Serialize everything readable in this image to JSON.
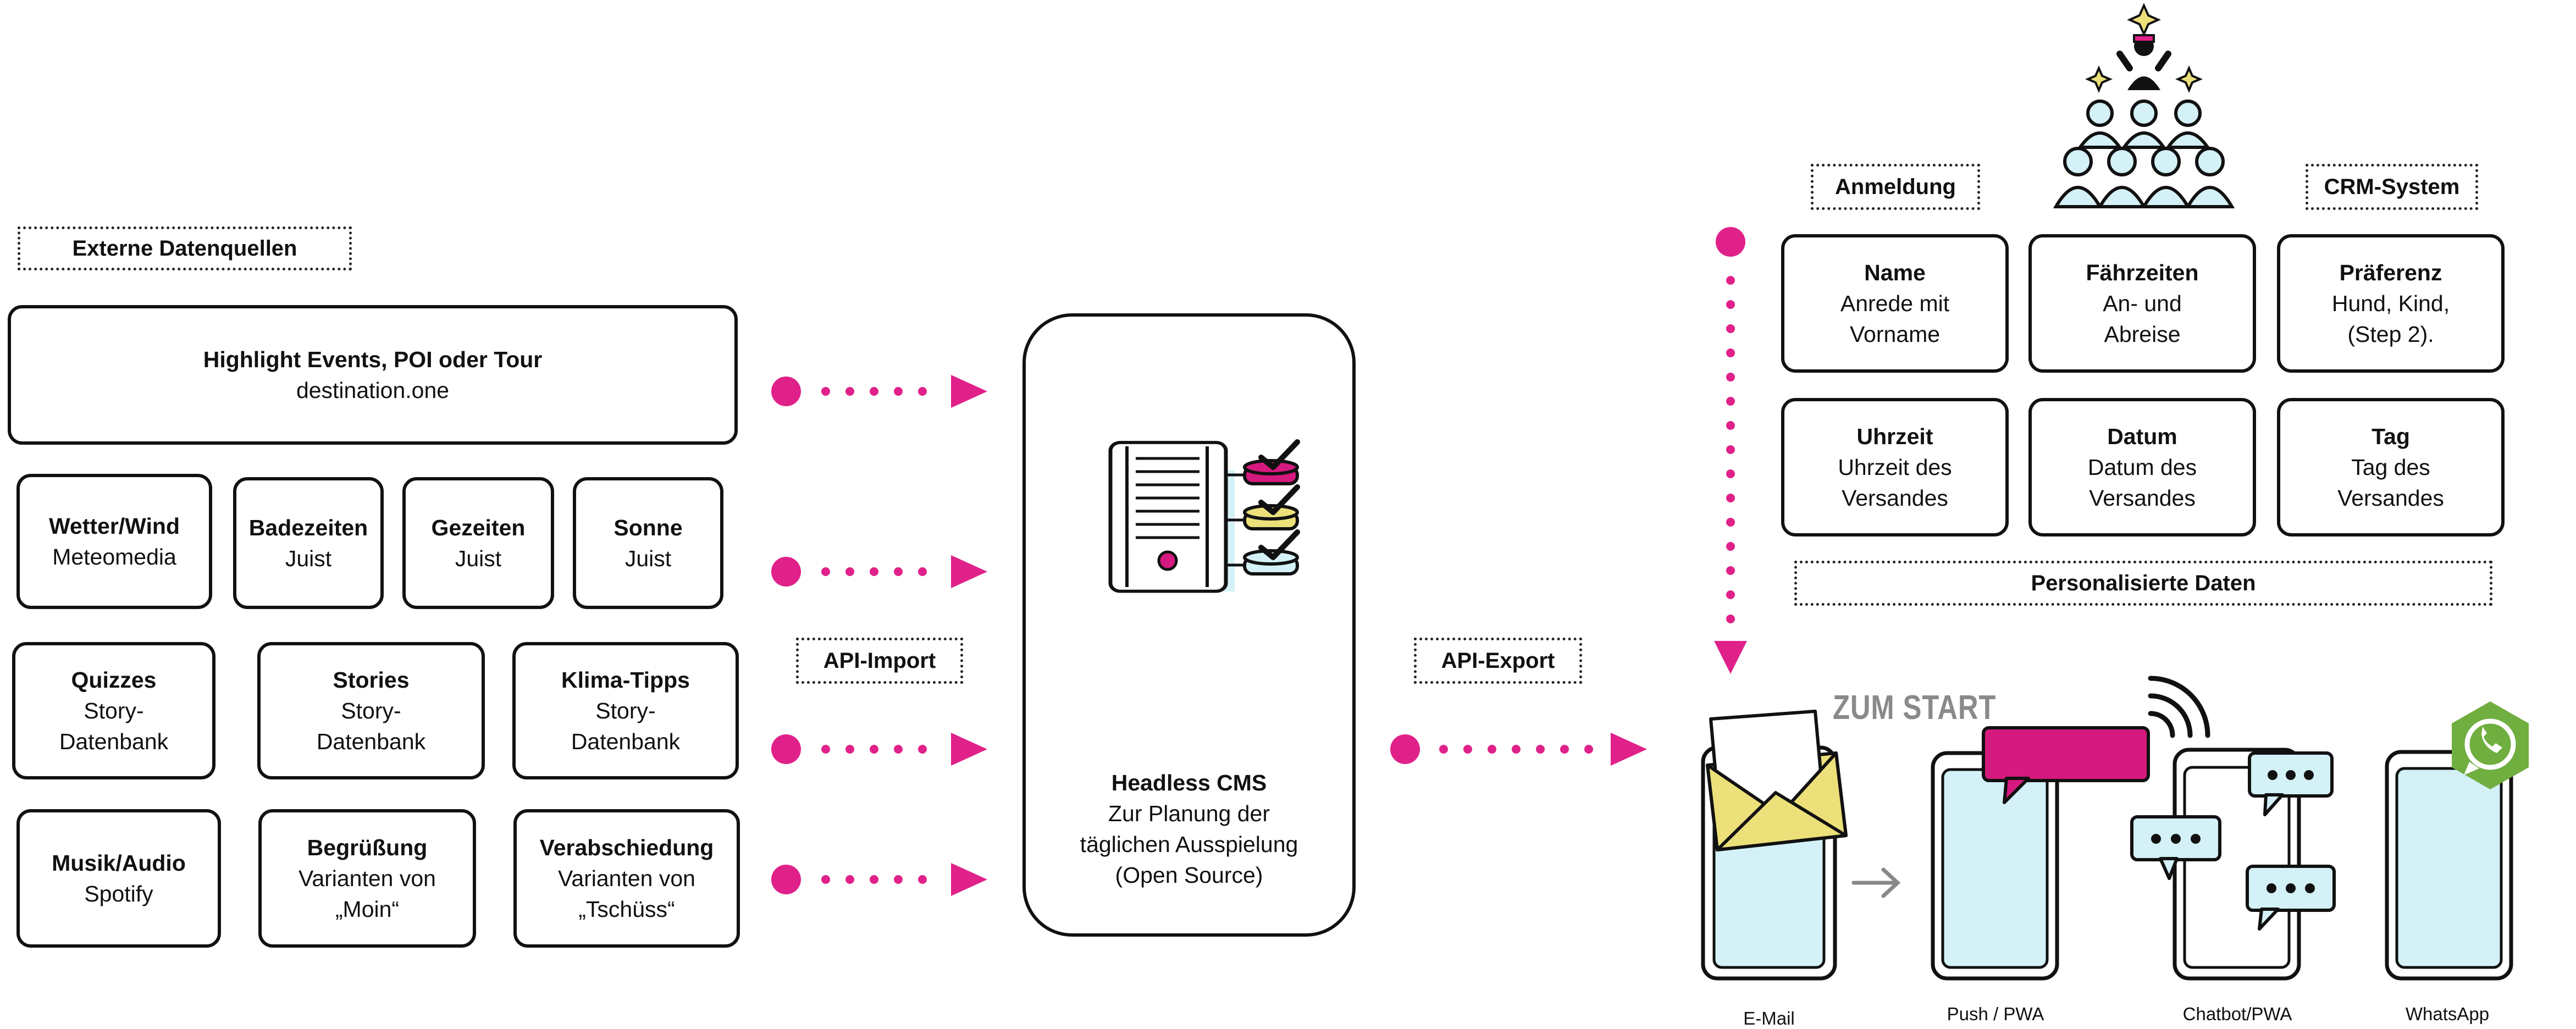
{
  "colors": {
    "magenta": "#e0218a",
    "accent_pink": "#d6197e",
    "pale_blue": "#d3f1f7",
    "yellow": "#ece07a",
    "whatsapp_green": "#6fae3f"
  },
  "tags": {
    "external_sources": "Externe Datenquellen",
    "api_import": "API-Import",
    "api_export": "API-Export",
    "anmeldung": "Anmeldung",
    "crm": "CRM-System",
    "personalized": "Personalisierte Daten"
  },
  "sources": {
    "highlight": {
      "title": "Highlight Events, POI oder Tour",
      "sub": "destination.one"
    },
    "row1": [
      {
        "title": "Wetter/Wind",
        "sub": "Meteomedia"
      },
      {
        "title": "Badezeiten",
        "sub": "Juist"
      },
      {
        "title": "Gezeiten",
        "sub": "Juist"
      },
      {
        "title": "Sonne",
        "sub": "Juist"
      }
    ],
    "row2": [
      {
        "title": "Quizzes",
        "sub": "Story-\nDatenbank"
      },
      {
        "title": "Stories",
        "sub": "Story-\nDatenbank"
      },
      {
        "title": "Klima-Tipps",
        "sub": "Story-\nDatenbank"
      }
    ],
    "row3": [
      {
        "title": "Musik/Audio",
        "sub": "Spotify"
      },
      {
        "title": "Begrüßung",
        "sub": "Varianten von\n„Moin“"
      },
      {
        "title": "Verabschiedung",
        "sub": "Varianten von\n„Tschüss“"
      }
    ]
  },
  "cms": {
    "title": "Headless CMS",
    "line1": "Zur Planung der",
    "line2": "täglichen Ausspielung",
    "line3": "(Open Source)"
  },
  "personal": [
    {
      "title": "Name",
      "sub": "Anrede mit\nVorname"
    },
    {
      "title": "Fährzeiten",
      "sub": "An- und\nAbreise"
    },
    {
      "title": "Präferenz",
      "sub": "Hund, Kind,\n(Step 2)."
    },
    {
      "title": "Uhrzeit",
      "sub": "Uhrzeit des\nVersandes"
    },
    {
      "title": "Datum",
      "sub": "Datum des\nVersandes"
    },
    {
      "title": "Tag",
      "sub": "Tag des\nVersandes"
    }
  ],
  "channels": {
    "zum_start": "ZUM START",
    "email": "E-Mail",
    "push": "Push / PWA",
    "chatbot": "Chatbot/PWA",
    "whatsapp": "WhatsApp"
  },
  "icons": [
    "server-icon",
    "check-icon",
    "crowd-icon",
    "sparkle-icon",
    "envelope-icon",
    "arrow-right-icon",
    "phone-icon",
    "wifi-icon",
    "chat-bubble-icon",
    "whatsapp-icon"
  ]
}
